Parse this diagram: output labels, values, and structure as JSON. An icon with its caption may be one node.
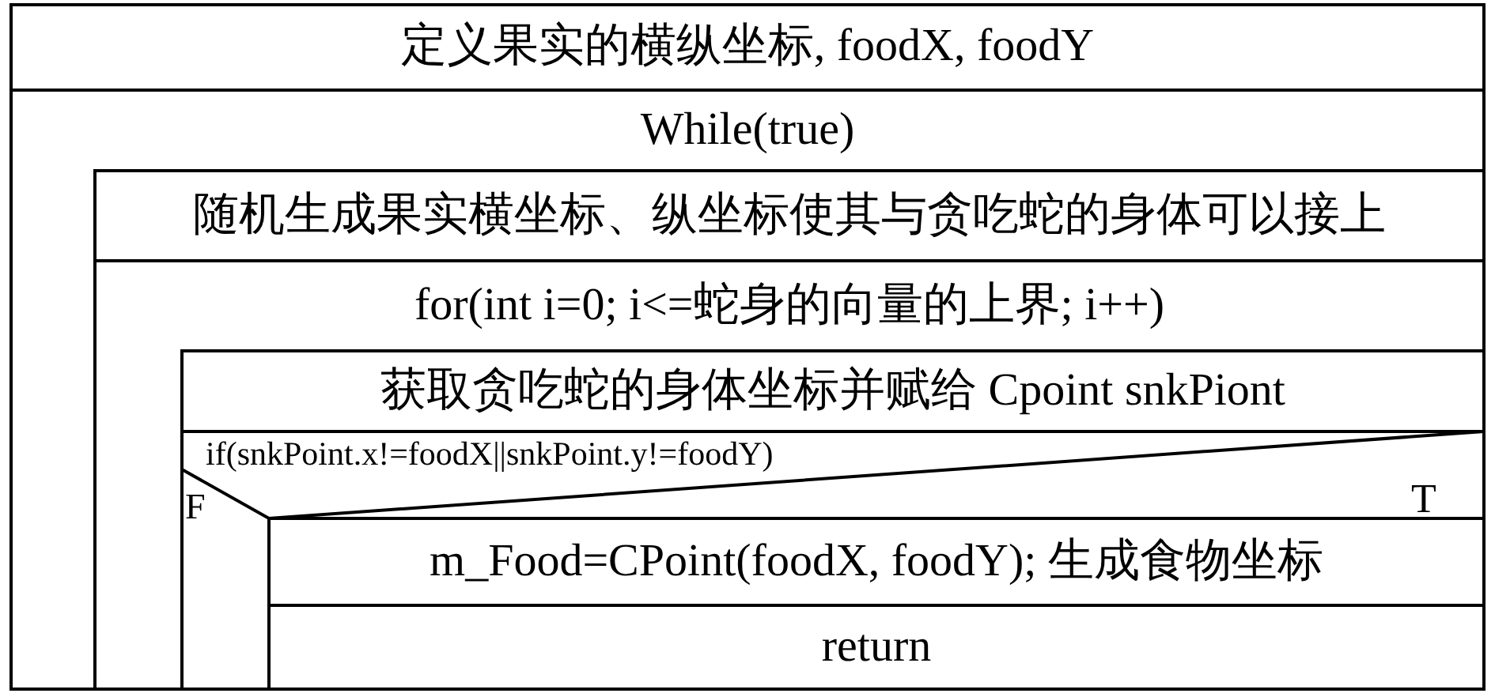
{
  "diagram": {
    "nodes": [
      {
        "text": [
          "定义果实的横纵坐标, foodX, foodY"
        ]
      },
      {
        "text": [
          "While(true)"
        ]
      },
      {
        "text": [
          "随机生成果实横坐标、纵坐标使其与贪吃蛇的身体可以接上"
        ],
        "in": 1
      },
      {
        "text": [
          "for(int i=0; i<=蛇身的向量的上界; i++)"
        ],
        "in": 1
      },
      {
        "text": [
          "获取贪吃蛇的身体坐标并赋给 Cpoint snkPiont"
        ],
        "in": 3
      },
      {
        "text": [
          "if(snkPoint.x!=foodX||snkPoint.y!=foodY)",
          "F",
          "T"
        ],
        "in": 3
      },
      {
        "text": [
          "m_Food=CPoint(foodX, foodY); 生成食物坐标"
        ],
        "in": 5
      },
      {
        "text": [
          "return"
        ],
        "in": 5
      }
    ]
  }
}
